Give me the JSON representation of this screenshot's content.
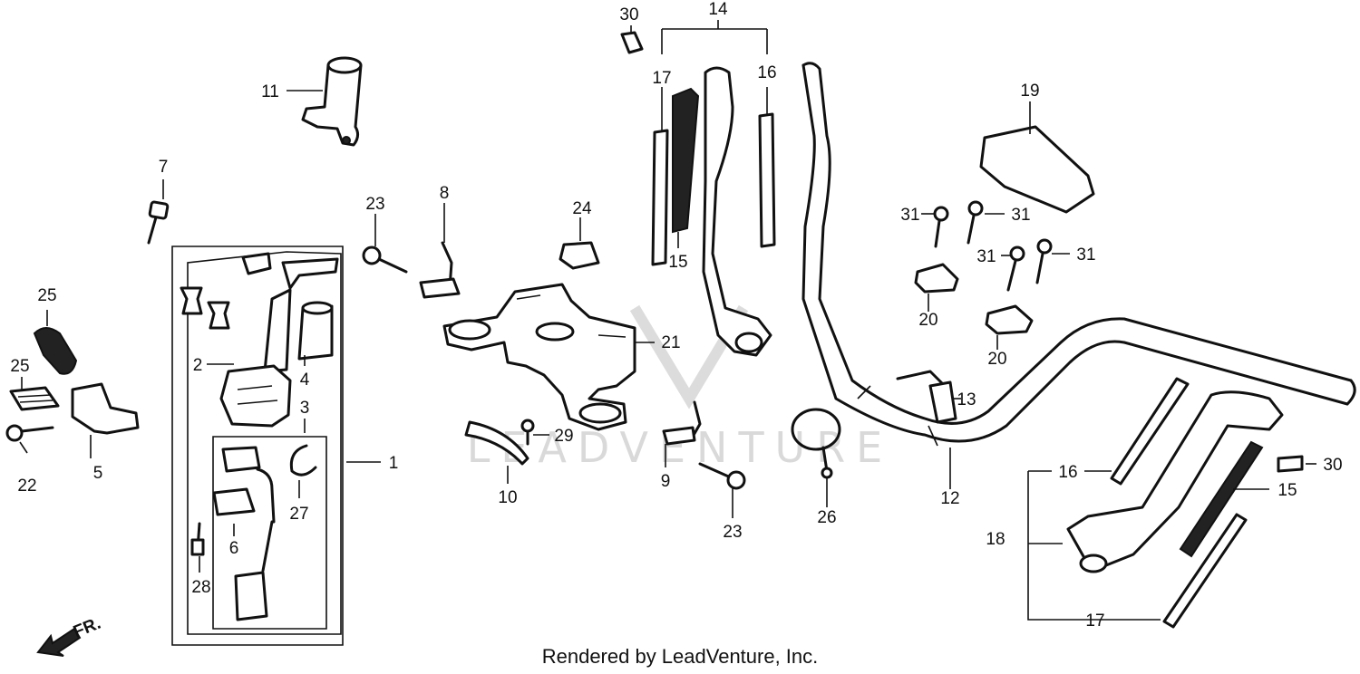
{
  "watermark": {
    "text": "LEADVENTURE"
  },
  "footer": {
    "text": "Rendered by LeadVenture, Inc."
  },
  "direction": {
    "label": "FR."
  },
  "callouts": {
    "c1": "1",
    "c2": "2",
    "c3": "3",
    "c4": "4",
    "c5": "5",
    "c6": "6",
    "c7": "7",
    "c8": "8",
    "c9": "9",
    "c10": "10",
    "c11": "11",
    "c12": "12",
    "c13": "13",
    "c14": "14",
    "c15a": "15",
    "c15b": "15",
    "c16a": "16",
    "c16b": "16",
    "c17a": "17",
    "c17b": "17",
    "c18": "18",
    "c19": "19",
    "c20a": "20",
    "c20b": "20",
    "c21": "21",
    "c22": "22",
    "c23a": "23",
    "c23b": "23",
    "c24": "24",
    "c25a": "25",
    "c25b": "25",
    "c26": "26",
    "c27": "27",
    "c28": "28",
    "c29": "29",
    "c30a": "30",
    "c30b": "30",
    "c31a": "31",
    "c31b": "31",
    "c31c": "31",
    "c31d": "31"
  }
}
